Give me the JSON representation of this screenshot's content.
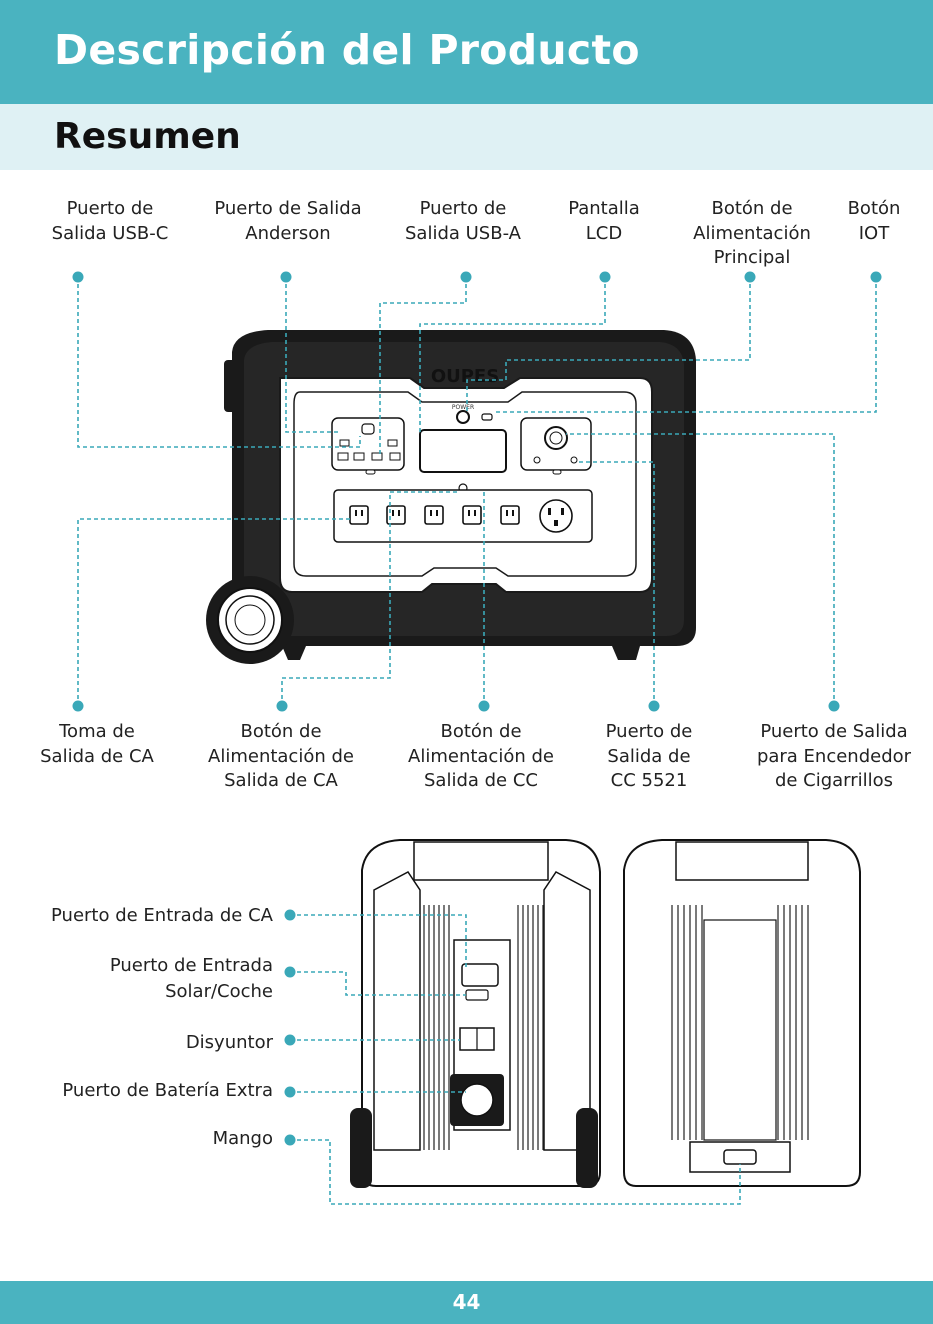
{
  "header": {
    "title": "Descripción del Producto"
  },
  "section": {
    "title": "Resumen"
  },
  "front_labels_top": [
    [
      "Puerto de",
      "Salida USB-C"
    ],
    [
      "Puerto de Salida",
      "Anderson"
    ],
    [
      "Puerto de",
      "Salida USB-A"
    ],
    [
      "Pantalla",
      "LCD"
    ],
    [
      "Botón de",
      "Alimentación",
      "Principal"
    ],
    [
      "Botón",
      "IOT"
    ]
  ],
  "front_labels_bottom": [
    [
      "Toma de",
      "Salida de CA"
    ],
    [
      "Botón de",
      "Alimentación de",
      "Salida de CA"
    ],
    [
      "Botón de",
      "Alimentación de",
      "Salida de CC"
    ],
    [
      "Puerto de",
      "Salida de",
      "CC 5521"
    ],
    [
      "Puerto de Salida",
      "para Encendedor",
      "de Cigarrillos"
    ]
  ],
  "rear_labels": [
    [
      "Puerto de Entrada de CA"
    ],
    [
      "Puerto de Entrada",
      "Solar/Coche"
    ],
    [
      "Disyuntor"
    ],
    [
      "Puerto de Batería Extra"
    ],
    [
      "Mango"
    ]
  ],
  "device": {
    "brand": "OUPES",
    "power_label": "POWER"
  },
  "footer": {
    "page_number": "44"
  },
  "colors": {
    "accent": "#4ab3c0",
    "band": "#dff1f4",
    "device": "#1a1a1a"
  }
}
